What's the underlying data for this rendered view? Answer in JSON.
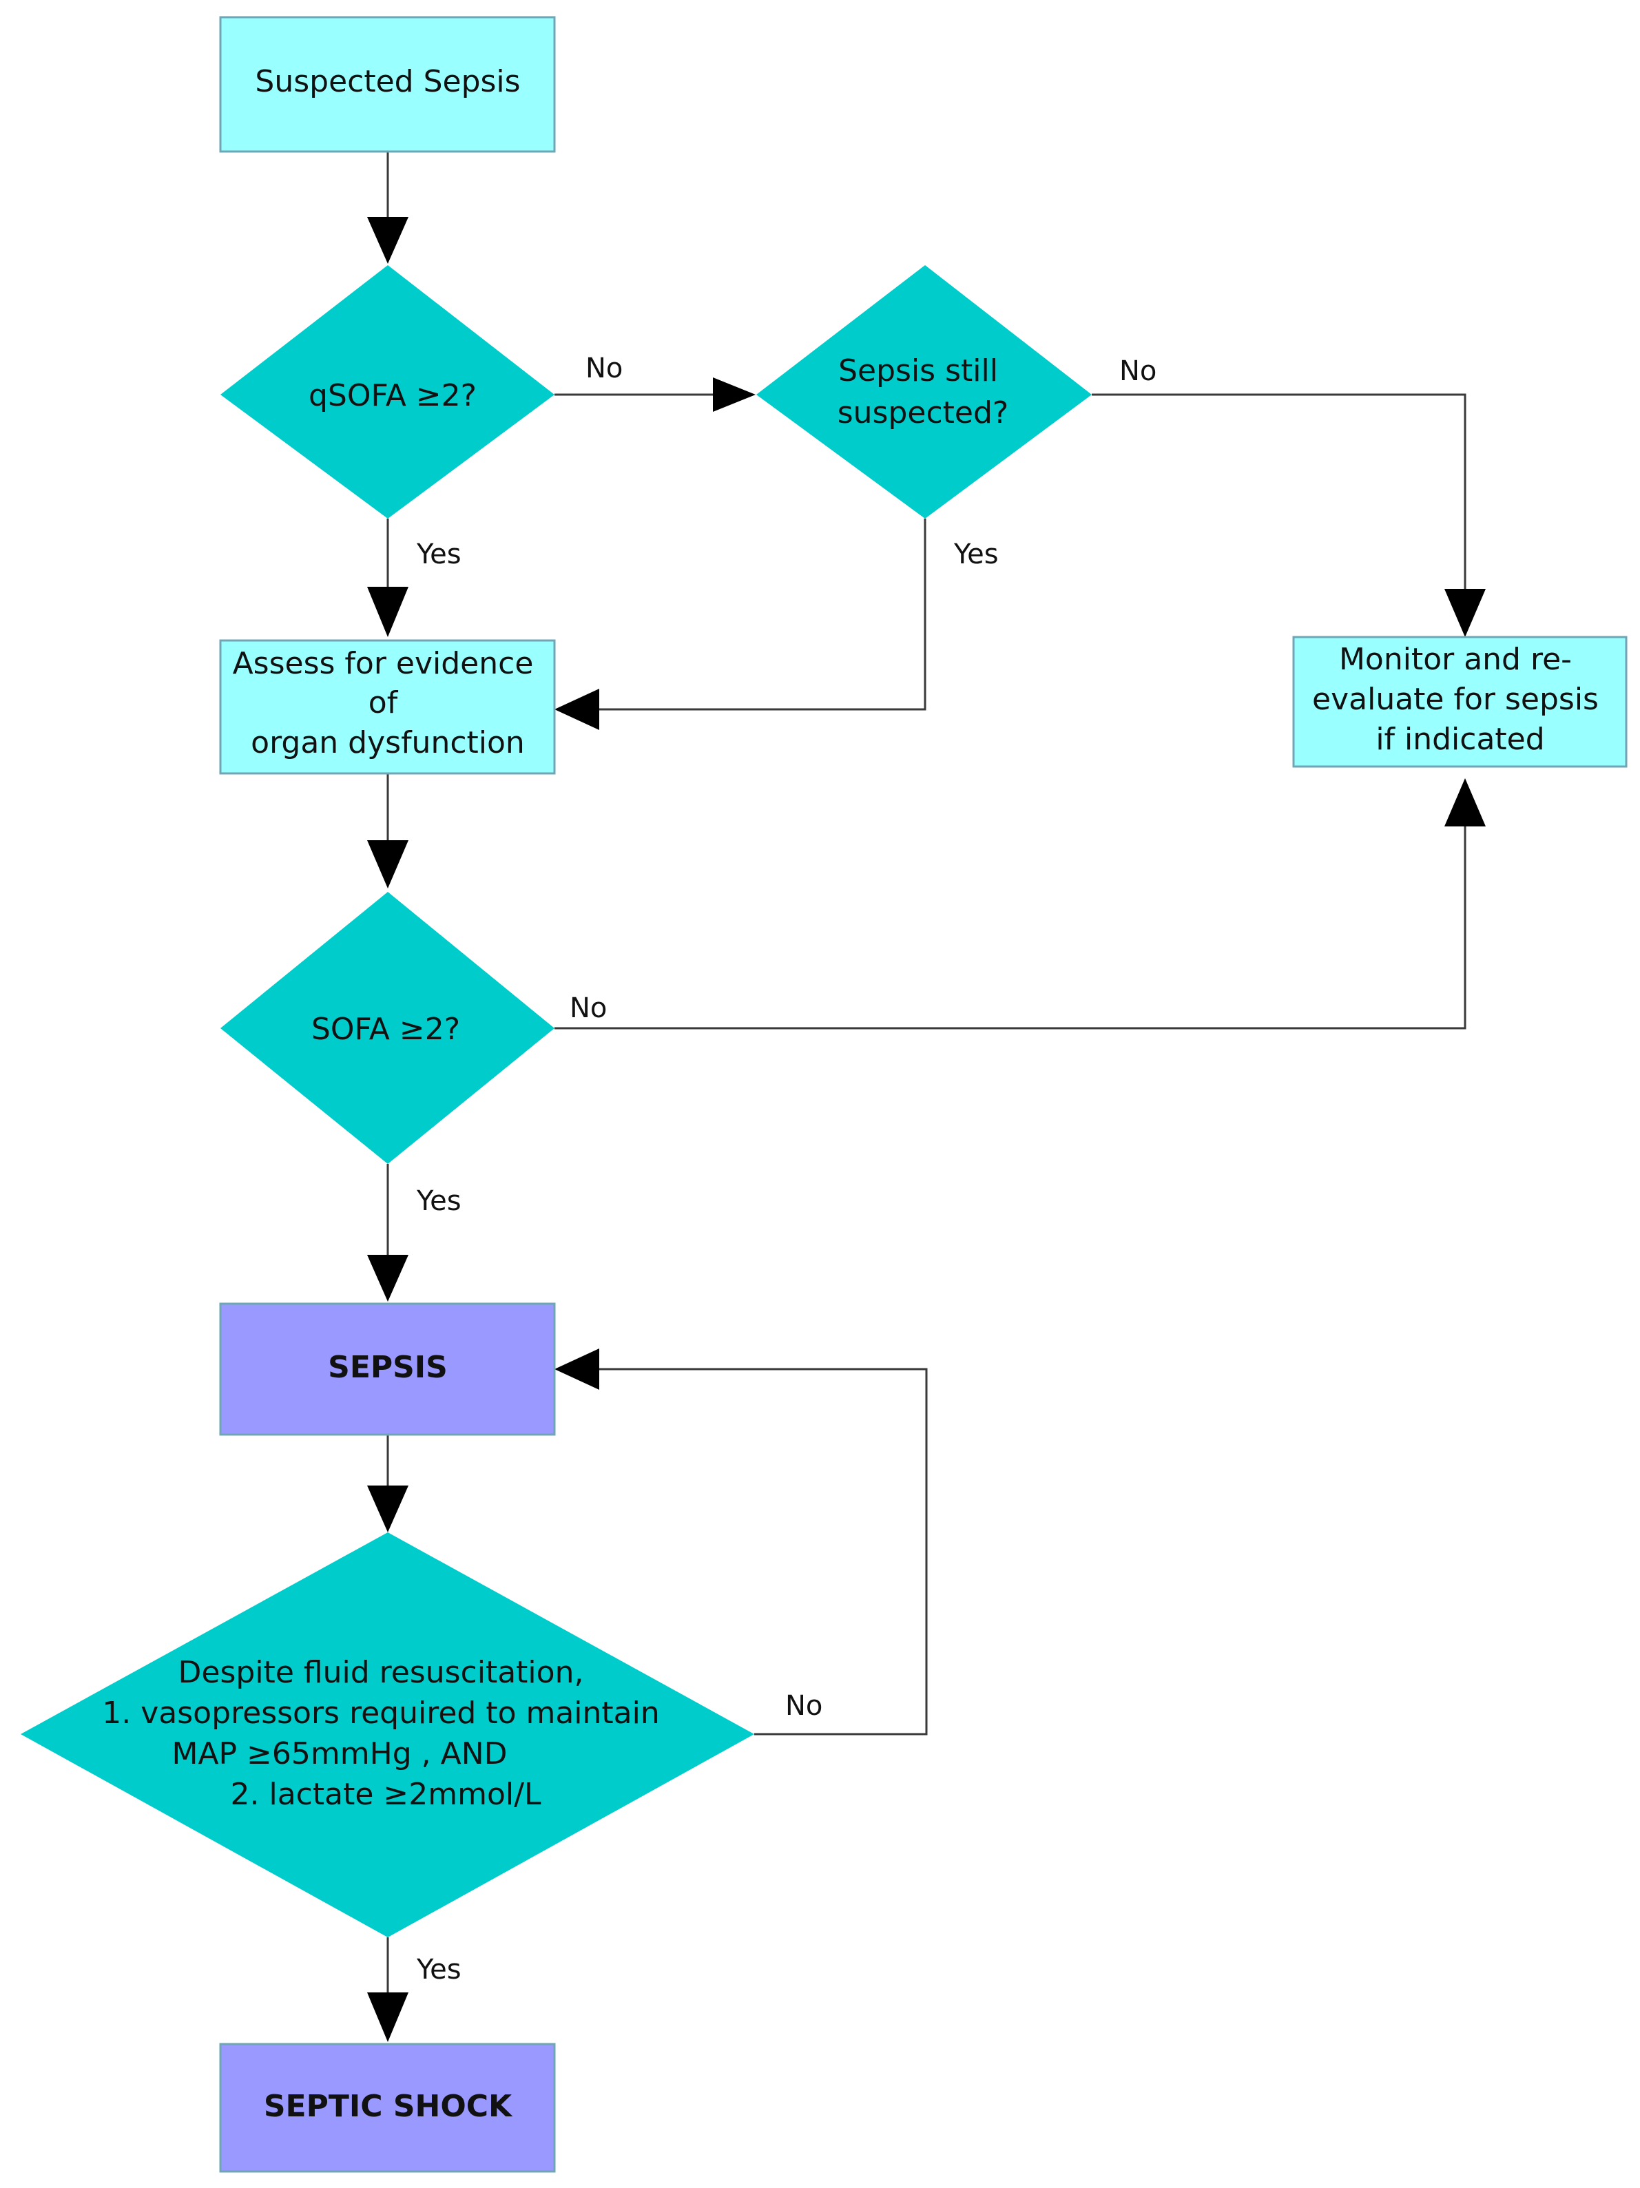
{
  "colors": {
    "process_fill": "#99FFFF",
    "decision_fill": "#00CCCC",
    "outcome_fill": "#9999FF",
    "border": "#6fa6b5",
    "line": "#3a3a3a"
  },
  "nodes": {
    "suspected_sepsis": {
      "lines": [
        "Suspected Sepsis"
      ]
    },
    "qsofa": {
      "lines": [
        "qSOFA  ≥2?"
      ]
    },
    "still_suspected": {
      "lines": [
        "Sepsis still",
        "suspected?"
      ]
    },
    "assess": {
      "lines": [
        "Assess for evidence",
        "of",
        "organ dysfunction"
      ]
    },
    "monitor": {
      "lines": [
        "Monitor and re-",
        "evaluate for sepsis",
        "if indicated"
      ]
    },
    "sofa": {
      "lines": [
        "SOFA  ≥2?"
      ]
    },
    "sepsis": {
      "lines": [
        "SEPSIS"
      ]
    },
    "shock_criteria": {
      "lines": [
        "Despite fluid resuscitation,",
        "1. vasopressors required to maintain",
        "MAP ≥65mmHg , AND",
        "2. lactate ≥2mmol/L"
      ]
    },
    "septic_shock": {
      "lines": [
        "SEPTIC SHOCK"
      ]
    }
  },
  "edges": {
    "qsofa_no": "No",
    "qsofa_yes": "Yes",
    "still_no": "No",
    "still_yes": "Yes",
    "sofa_no": "No",
    "sofa_yes": "Yes",
    "shock_no": "No",
    "shock_yes": "Yes"
  }
}
